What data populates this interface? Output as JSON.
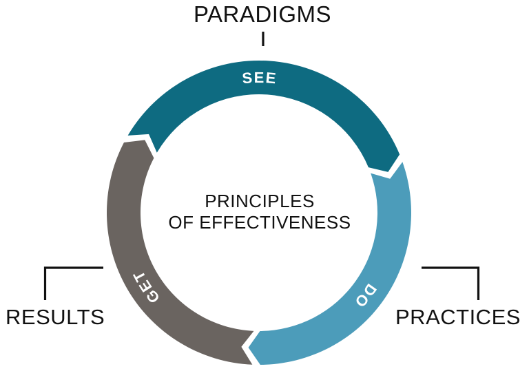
{
  "diagram": {
    "outer_labels": {
      "top": "PARADIGMS",
      "left": "RESULTS",
      "right": "PRACTICES"
    },
    "center_label": {
      "line1": "PRINCIPLES",
      "line2": "OF EFFECTIVENESS"
    },
    "segments": [
      {
        "name": "see",
        "label": "SEE",
        "color": "#0E6B81"
      },
      {
        "name": "do",
        "label": "DO",
        "color": "#4C9CBA"
      },
      {
        "name": "get",
        "label": "GET",
        "color": "#6A6460"
      }
    ],
    "arc_label_color": "#FFFFFF",
    "text_color": "#111111",
    "connector_color": "#111111",
    "background_color": "#FFFFFF"
  }
}
